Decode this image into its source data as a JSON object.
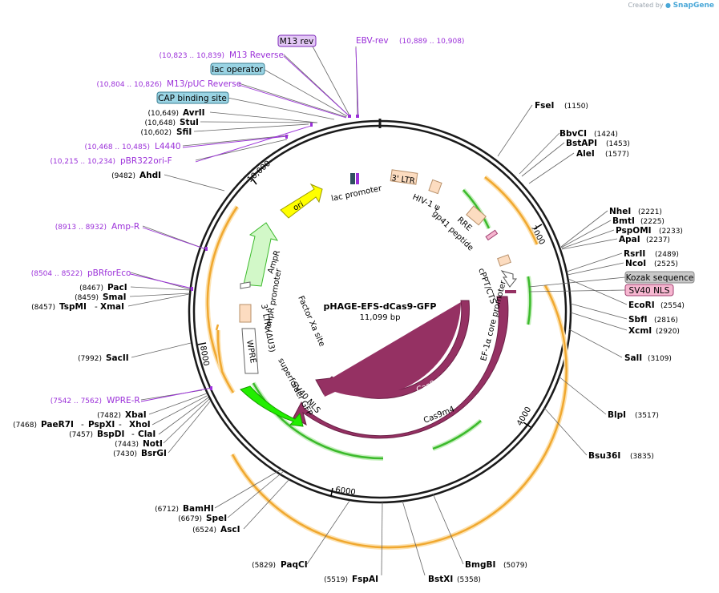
{
  "credit": {
    "prefix": "Created by",
    "brand": "SnapGene"
  },
  "plasmid": {
    "name": "pHAGE-EFS-dCas9-GFP",
    "length_label": "11,099 bp"
  },
  "scale_labels": [
    "2000",
    "4000",
    "6000",
    "8000",
    "10,000"
  ],
  "left_labels": [
    {
      "type": "primer",
      "text": "M13 rev"
    },
    {
      "type": "range",
      "coord": "(10,823 .. 10,839)",
      "name": "M13 Reverse"
    },
    {
      "type": "box",
      "text": "lac operator"
    },
    {
      "type": "range",
      "coord": "(10,804 .. 10,826)",
      "name": "M13/pUC Reverse"
    },
    {
      "type": "box",
      "text": "CAP binding site"
    },
    {
      "type": "site",
      "coord": "(10,649)",
      "name": "AvrII"
    },
    {
      "type": "site",
      "coord": "(10,648)",
      "name": "StuI"
    },
    {
      "type": "site",
      "coord": "(10,602)",
      "name": "SfiI"
    },
    {
      "type": "range",
      "coord": "(10,468 .. 10,485)",
      "name": "L4440"
    },
    {
      "type": "range",
      "coord": "(10,215 .. 10,234)",
      "name": "pBR322ori-F"
    },
    {
      "type": "site",
      "coord": "(9482)",
      "name": "AhdI"
    },
    {
      "type": "range",
      "coord": "(8913 .. 8932)",
      "name": "Amp-R"
    },
    {
      "type": "range",
      "coord": "(8504 .. 8522)",
      "name": "pBRforEco"
    },
    {
      "type": "site",
      "coord": "(8467)",
      "name": "PacI"
    },
    {
      "type": "site",
      "coord": "(8459)",
      "name": "SmaI"
    },
    {
      "type": "site",
      "coord": "(8457)",
      "name": "TspMI",
      "extra": "XmaI"
    },
    {
      "type": "site",
      "coord": "(7992)",
      "name": "SacII"
    },
    {
      "type": "range",
      "coord": "(7542 .. 7562)",
      "name": "WPRE-R"
    },
    {
      "type": "site",
      "coord": "(7482)",
      "name": "XbaI"
    },
    {
      "type": "site",
      "coord": "(7468)",
      "name": "PaeR7I",
      "extra": "PspXI",
      "extra2": "XhoI"
    },
    {
      "type": "site",
      "coord": "(7457)",
      "name": "BspDI",
      "extra": "ClaI"
    },
    {
      "type": "site",
      "coord": "(7443)",
      "name": "NotI"
    },
    {
      "type": "site",
      "coord": "(7430)",
      "name": "BsrGI"
    },
    {
      "type": "site",
      "coord": "(6712)",
      "name": "BamHI"
    },
    {
      "type": "site",
      "coord": "(6679)",
      "name": "SpeI"
    },
    {
      "type": "site",
      "coord": "(6524)",
      "name": "AscI"
    }
  ],
  "ebv": {
    "name": "EBV-rev",
    "coord": "(10,889 .. 10,908)"
  },
  "right_labels": [
    {
      "type": "site",
      "name": "FseI",
      "coord": "(1150)"
    },
    {
      "type": "site",
      "name": "BbvCI",
      "coord": "(1424)"
    },
    {
      "type": "site",
      "name": "BstAPI",
      "coord": "(1453)"
    },
    {
      "type": "site",
      "name": "AleI",
      "coord": "(1577)"
    },
    {
      "type": "site",
      "name": "NheI",
      "coord": "(2221)"
    },
    {
      "type": "site",
      "name": "BmtI",
      "coord": "(2225)"
    },
    {
      "type": "site",
      "name": "PspOMI",
      "coord": "(2233)"
    },
    {
      "type": "site",
      "name": "ApaI",
      "coord": "(2237)"
    },
    {
      "type": "site",
      "name": "RsrII",
      "coord": "(2489)"
    },
    {
      "type": "site",
      "name": "NcoI",
      "coord": "(2525)"
    },
    {
      "type": "box",
      "text": "Kozak sequence"
    },
    {
      "type": "box",
      "text": "SV40 NLS"
    },
    {
      "type": "site",
      "name": "EcoRI",
      "coord": "(2554)"
    },
    {
      "type": "site",
      "name": "SbfI",
      "coord": "(2816)"
    },
    {
      "type": "site",
      "name": "XcmI",
      "coord": "(2920)"
    },
    {
      "type": "site",
      "name": "SalI",
      "coord": "(3109)"
    },
    {
      "type": "site",
      "name": "BlpI",
      "coord": "(3517)"
    },
    {
      "type": "site",
      "name": "Bsu36I",
      "coord": "(3835)"
    }
  ],
  "bottom_labels": [
    {
      "name": "PaqCI",
      "coord": "(5829)"
    },
    {
      "name": "FspAI",
      "coord": "(5519)"
    },
    {
      "name": "BstXI",
      "coord": "(5358)"
    },
    {
      "name": "BmgBI",
      "coord": "(5079)"
    }
  ],
  "features": [
    {
      "text": "3' LTR"
    },
    {
      "text": "HIV-1 ψ"
    },
    {
      "text": "RRE"
    },
    {
      "text": "gp41 peptide"
    },
    {
      "text": "cPPT/CTS"
    },
    {
      "text": "EF-1α core promoter"
    },
    {
      "text": "Cas9"
    },
    {
      "text": "Cas9m4"
    },
    {
      "text": "SV40 NLS"
    },
    {
      "text": "superfolder GFP"
    },
    {
      "text": "WPRE"
    },
    {
      "text": "3' LTR (ΔU3)"
    },
    {
      "text": "AmpR promoter"
    },
    {
      "text": "AmpR"
    },
    {
      "text": "ori"
    },
    {
      "text": "lac promoter"
    },
    {
      "text": "Factor Xa site"
    }
  ],
  "colors": {
    "purple": "#9b30d9",
    "cas9": "#953163",
    "orange": "#f0a830",
    "green": "#3cba2c",
    "peach": "#fcdcc0",
    "yellow": "#ffff00",
    "brightgreen": "#22ee00",
    "paleGreen": "#d2f8c8",
    "teal": "#9ad4e4",
    "pink": "#f6b6d0",
    "gray": "#c8c8c8"
  }
}
